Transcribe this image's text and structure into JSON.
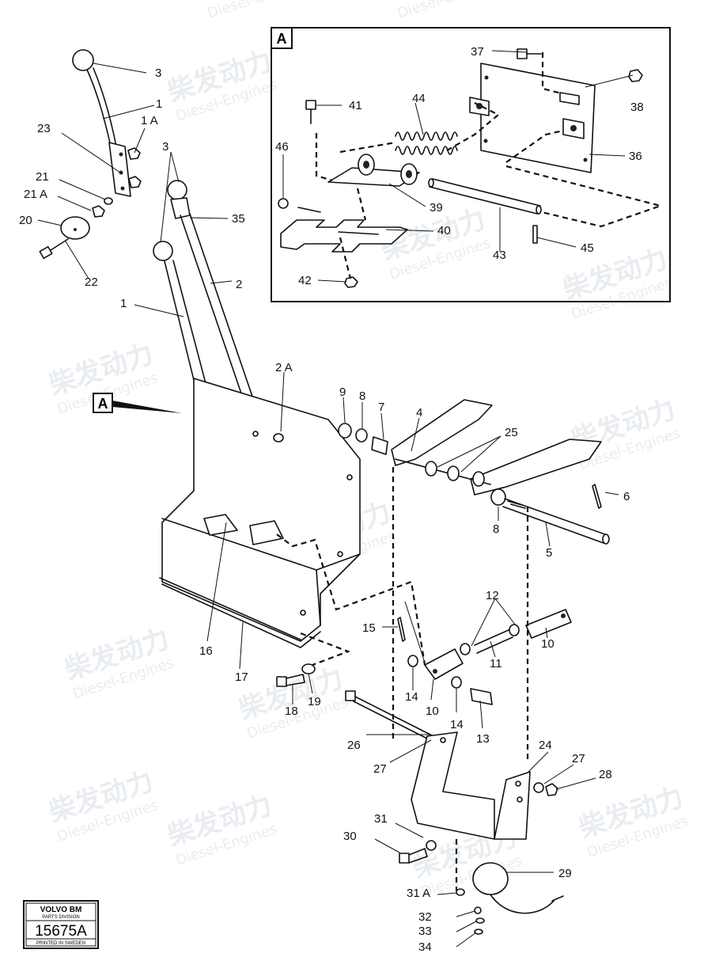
{
  "watermark": {
    "chinese": "柴发动力",
    "english": "Diesel-Engines"
  },
  "inset": {
    "label": "A"
  },
  "view_marker": {
    "label": "A"
  },
  "callouts": {
    "c1": "1",
    "c1A": "1 A",
    "c2": "2",
    "c2A": "2 A",
    "c3a": "3",
    "c3b": "3",
    "c4": "4",
    "c5": "5",
    "c6": "6",
    "c7": "7",
    "c8a": "8",
    "c8b": "8",
    "c9": "9",
    "c10a": "10",
    "c10b": "10",
    "c11": "11",
    "c12": "12",
    "c13": "13",
    "c14a": "14",
    "c14b": "14",
    "c15": "15",
    "c16": "16",
    "c17": "17",
    "c18": "18",
    "c19": "19",
    "c20": "20",
    "c21": "21",
    "c21A": "21 A",
    "c22": "22",
    "c23": "23",
    "c24": "24",
    "c25": "25",
    "c26": "26",
    "c27a": "27",
    "c27b": "27",
    "c28": "28",
    "c29": "29",
    "c30": "30",
    "c31": "31",
    "c31A": "31 A",
    "c32": "32",
    "c33": "33",
    "c34": "34",
    "c35": "35",
    "c1b": "1",
    "c36": "36",
    "c37": "37",
    "c38": "38",
    "c39": "39",
    "c40": "40",
    "c41": "41",
    "c42": "42",
    "c43": "43",
    "c44": "44",
    "c45": "45",
    "c46": "46"
  },
  "stamp": {
    "brand": "VOLVO BM",
    "division": "PARTS DIVISION",
    "number": "15675A",
    "printed": "PRINTED IN SWEDEN"
  }
}
